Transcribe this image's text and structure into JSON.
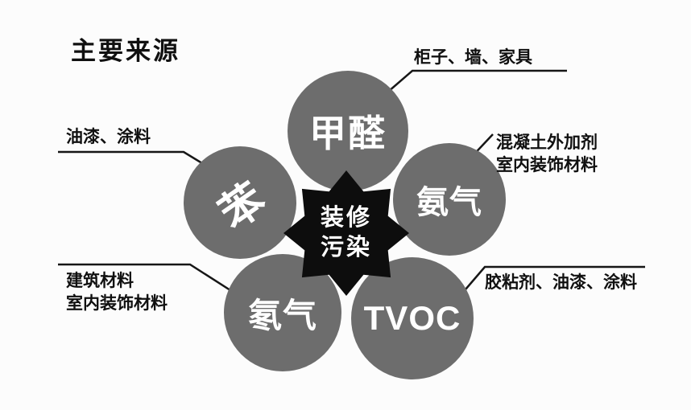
{
  "title": "主要来源",
  "center": {
    "line1": "装修",
    "line2": "污染"
  },
  "nodes": [
    {
      "id": "jiaquan",
      "label": "甲醛"
    },
    {
      "id": "ben",
      "label": "苯"
    },
    {
      "id": "anqi",
      "label": "氨气"
    },
    {
      "id": "dongqi",
      "label": "氡气"
    },
    {
      "id": "tvoc",
      "label": "TVOC"
    }
  ],
  "callouts": [
    {
      "id": "jiaquan-source",
      "lines": [
        "柜子、墙、家具"
      ]
    },
    {
      "id": "ben-source",
      "lines": [
        "油漆、涂料"
      ]
    },
    {
      "id": "anqi-source",
      "lines": [
        "混凝土外加剂",
        "室内装饰材料"
      ]
    },
    {
      "id": "dongqi-source",
      "lines": [
        "建筑材料",
        "室内装饰材料"
      ]
    },
    {
      "id": "tvoc-source",
      "lines": [
        "胶粘剂、油漆、涂料"
      ]
    }
  ],
  "colors": {
    "circle": "#6d6d6d",
    "center_star": "#0d0d0d",
    "text_light": "#ffffff",
    "text_dark": "#101010"
  }
}
